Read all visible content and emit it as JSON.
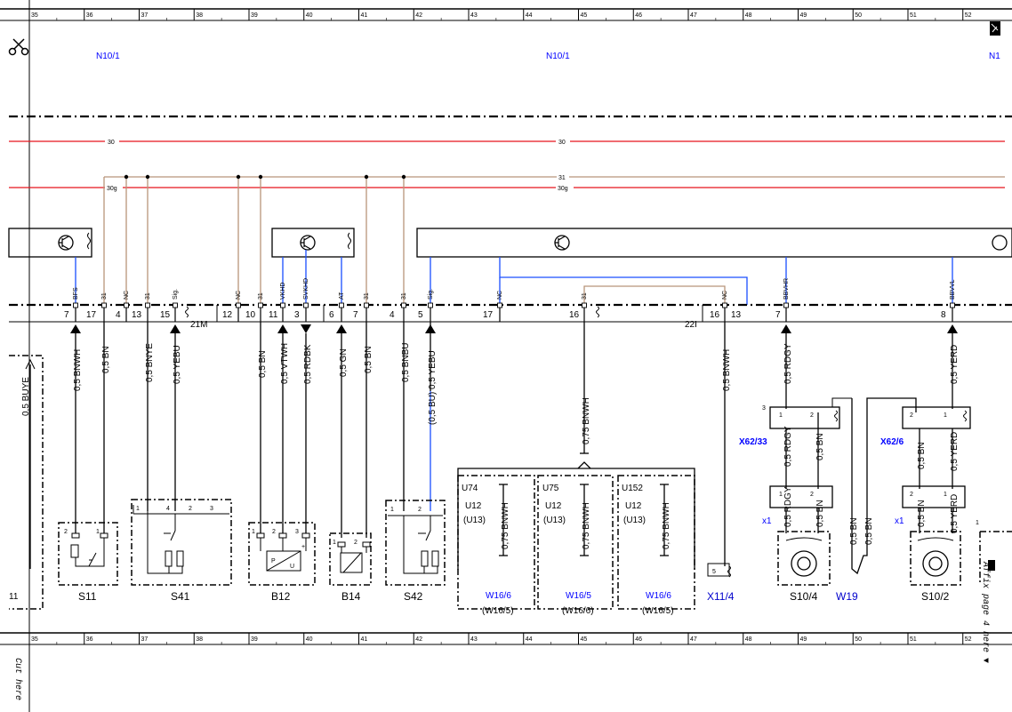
{
  "rulers": {
    "numbers": [
      "35",
      "36",
      "37",
      "38",
      "39",
      "40",
      "41",
      "42",
      "43",
      "44",
      "45",
      "46",
      "47",
      "48",
      "49",
      "50",
      "51",
      "52"
    ]
  },
  "module_labels": [
    "N10/1",
    "N10/1",
    "N1"
  ],
  "bus": {
    "line_30": "30",
    "line_31": "31",
    "line_30g": "30g"
  },
  "connectors": {
    "c21m": "21M",
    "c22i": "22I"
  },
  "pins": [
    {
      "num": "7",
      "sig": "BFS"
    },
    {
      "num": "17",
      "sig": "31"
    },
    {
      "num": "4",
      "sig": "NC"
    },
    {
      "num": "13",
      "sig": "31"
    },
    {
      "num": "15",
      "sig": "Sig."
    },
    {
      "num": "12",
      "sig": "NC"
    },
    {
      "num": "10",
      "sig": "31"
    },
    {
      "num": "11",
      "sig": "VKHD"
    },
    {
      "num": "3",
      "sig": "SVKHD"
    },
    {
      "num": "6",
      "sig": "AT"
    },
    {
      "num": "7",
      "sig": "31"
    },
    {
      "num": "4",
      "sig": "31"
    },
    {
      "num": "5",
      "sig": "Sig."
    },
    {
      "num": "17",
      "sig": "NC"
    },
    {
      "num": "16",
      "sig": "31"
    },
    {
      "num": "16",
      "sig": ""
    },
    {
      "num": "13",
      "sig": "NC"
    },
    {
      "num": "7",
      "sig": "BBVHR"
    },
    {
      "num": "8",
      "sig": "BBVVL"
    }
  ],
  "wires": [
    "0,5 BNWH",
    "0,5 BN",
    "0,5 BNYE",
    "0,5 YEBU",
    "0,5 BN",
    "0,5 VTWH",
    "0,5 RDBK",
    "0,5 GN",
    "0,5 BN",
    "0,5 BNBU",
    "(0,5 BU) 0,5 YEBU",
    "0,75 BNWH",
    "0,5 BNWH",
    "0,5 RDGY",
    "0,5 YERD",
    "0,5 BUYE"
  ],
  "lower_wires": {
    "x6233_rdgy": "0,5 RDGY",
    "x6233_bn": "0,5 BN",
    "x626_bn": "0,5 BN",
    "x626_yerd": "0,5 YERD",
    "x1_left_rdgy": "0,5 RDGY",
    "x1_left_bn": "0,5 BN",
    "x1_right_bn": "0,5 BN",
    "x1_right_yerd": "0,5 YERD",
    "w19_bn1": "0,5 BN",
    "w19_bn2": "0,5 BN"
  },
  "splice_boxes": [
    {
      "top": "U74",
      "mid": "U12",
      "sub": "(U13)",
      "wire": "0,75 BNWH",
      "ground": "W16/6",
      "ground_sub": "(W16/5)"
    },
    {
      "top": "U75",
      "mid": "U12",
      "sub": "(U13)",
      "wire": "0,75 BNWH",
      "ground": "W16/5",
      "ground_sub": "(W16/6)"
    },
    {
      "top": "U152",
      "mid": "U12",
      "sub": "(U13)",
      "wire": "0,75 BNWH",
      "ground": "W16/6",
      "ground_sub": "(W16/5)"
    }
  ],
  "components": [
    "S11",
    "S41",
    "B12",
    "B14",
    "S42",
    "X11/4",
    "S10/4",
    "W19",
    "S10/2"
  ],
  "connector_labels": {
    "x6233": "X62/33",
    "x626": "X62/6",
    "x1a": "x1",
    "x1b": "x1",
    "pin3": "3",
    "x114pin": "5"
  },
  "margin": {
    "cut_here": "Cut here",
    "affix_here": "Affix page 4 here ▼",
    "left_frag": "11"
  },
  "colors": {
    "red": "#e8141c",
    "tan": "#b8957a",
    "blue": "#1a4fff",
    "label_blue": "#0000cc"
  }
}
